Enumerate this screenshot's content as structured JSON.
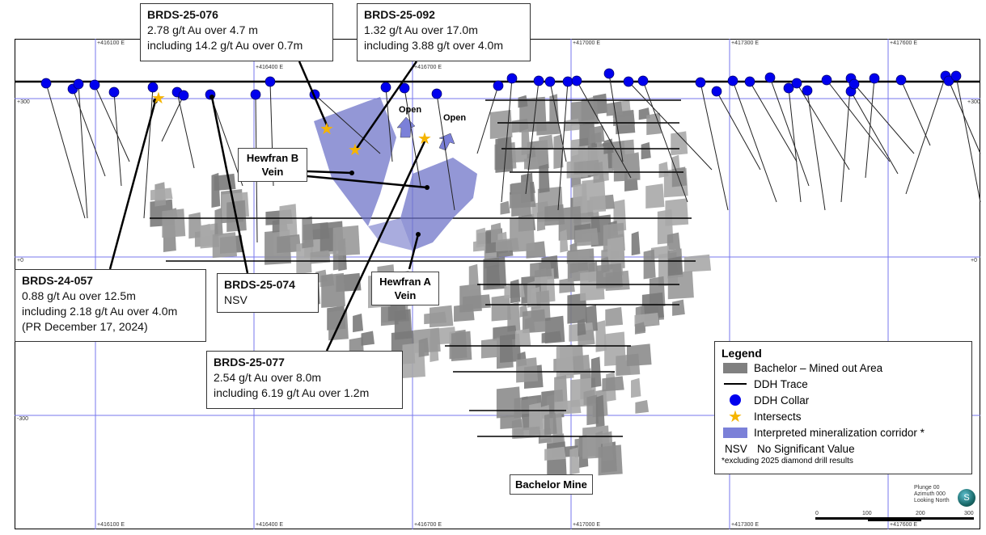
{
  "grid": {
    "eastings": [
      "+416100 E",
      "+416400 E",
      "+416700 E",
      "+417000 E",
      "+417300 E",
      "+417600 E"
    ],
    "elevations": [
      "+300",
      "+0",
      "-300"
    ]
  },
  "callouts": [
    {
      "title": "BRDS-25-076",
      "lines": [
        "2.78 g/t Au over 4.7 m",
        "including 14.2 g/t Au over 0.7m"
      ]
    },
    {
      "title": "BRDS-25-092",
      "lines": [
        "1.32 g/t Au over 17.0m",
        "including 3.88 g/t over 4.0m"
      ]
    },
    {
      "title": "BRDS-24-057",
      "lines": [
        "0.88 g/t Au over 12.5m",
        "including 2.18 g/t Au over 4.0m",
        "(PR December 17, 2024)"
      ]
    },
    {
      "title": "BRDS-25-074",
      "lines": [
        "NSV"
      ]
    },
    {
      "title": "BRDS-25-077",
      "lines": [
        "2.54 g/t Au over 8.0m",
        "including 6.19 g/t Au over 1.2m"
      ]
    }
  ],
  "labels": {
    "hewfran_b": "Hewfran B Vein",
    "hewfran_a": "Hewfran A Vein",
    "bachelor_mine": "Bachelor Mine",
    "open": "Open"
  },
  "legend": {
    "title": "Legend",
    "items": [
      "Bachelor – Mined out Area",
      "DDH Trace",
      "DDH Collar",
      "Intersects",
      "Interpreted mineralization corridor *"
    ],
    "nsv_abbr": "NSV",
    "nsv_text": "No Significant Value",
    "footnote": "*excluding 2025 diamond drill results"
  },
  "orientation": [
    "Plunge 00",
    "Azimuth 000",
    "Looking North"
  ],
  "scale": [
    "0",
    "100",
    "200",
    "300"
  ],
  "colors": {
    "collar": "#0000ee",
    "star": "#f5b400",
    "corridor": "#6f74c8",
    "mined": "#808080",
    "grid": "#7777ee"
  }
}
